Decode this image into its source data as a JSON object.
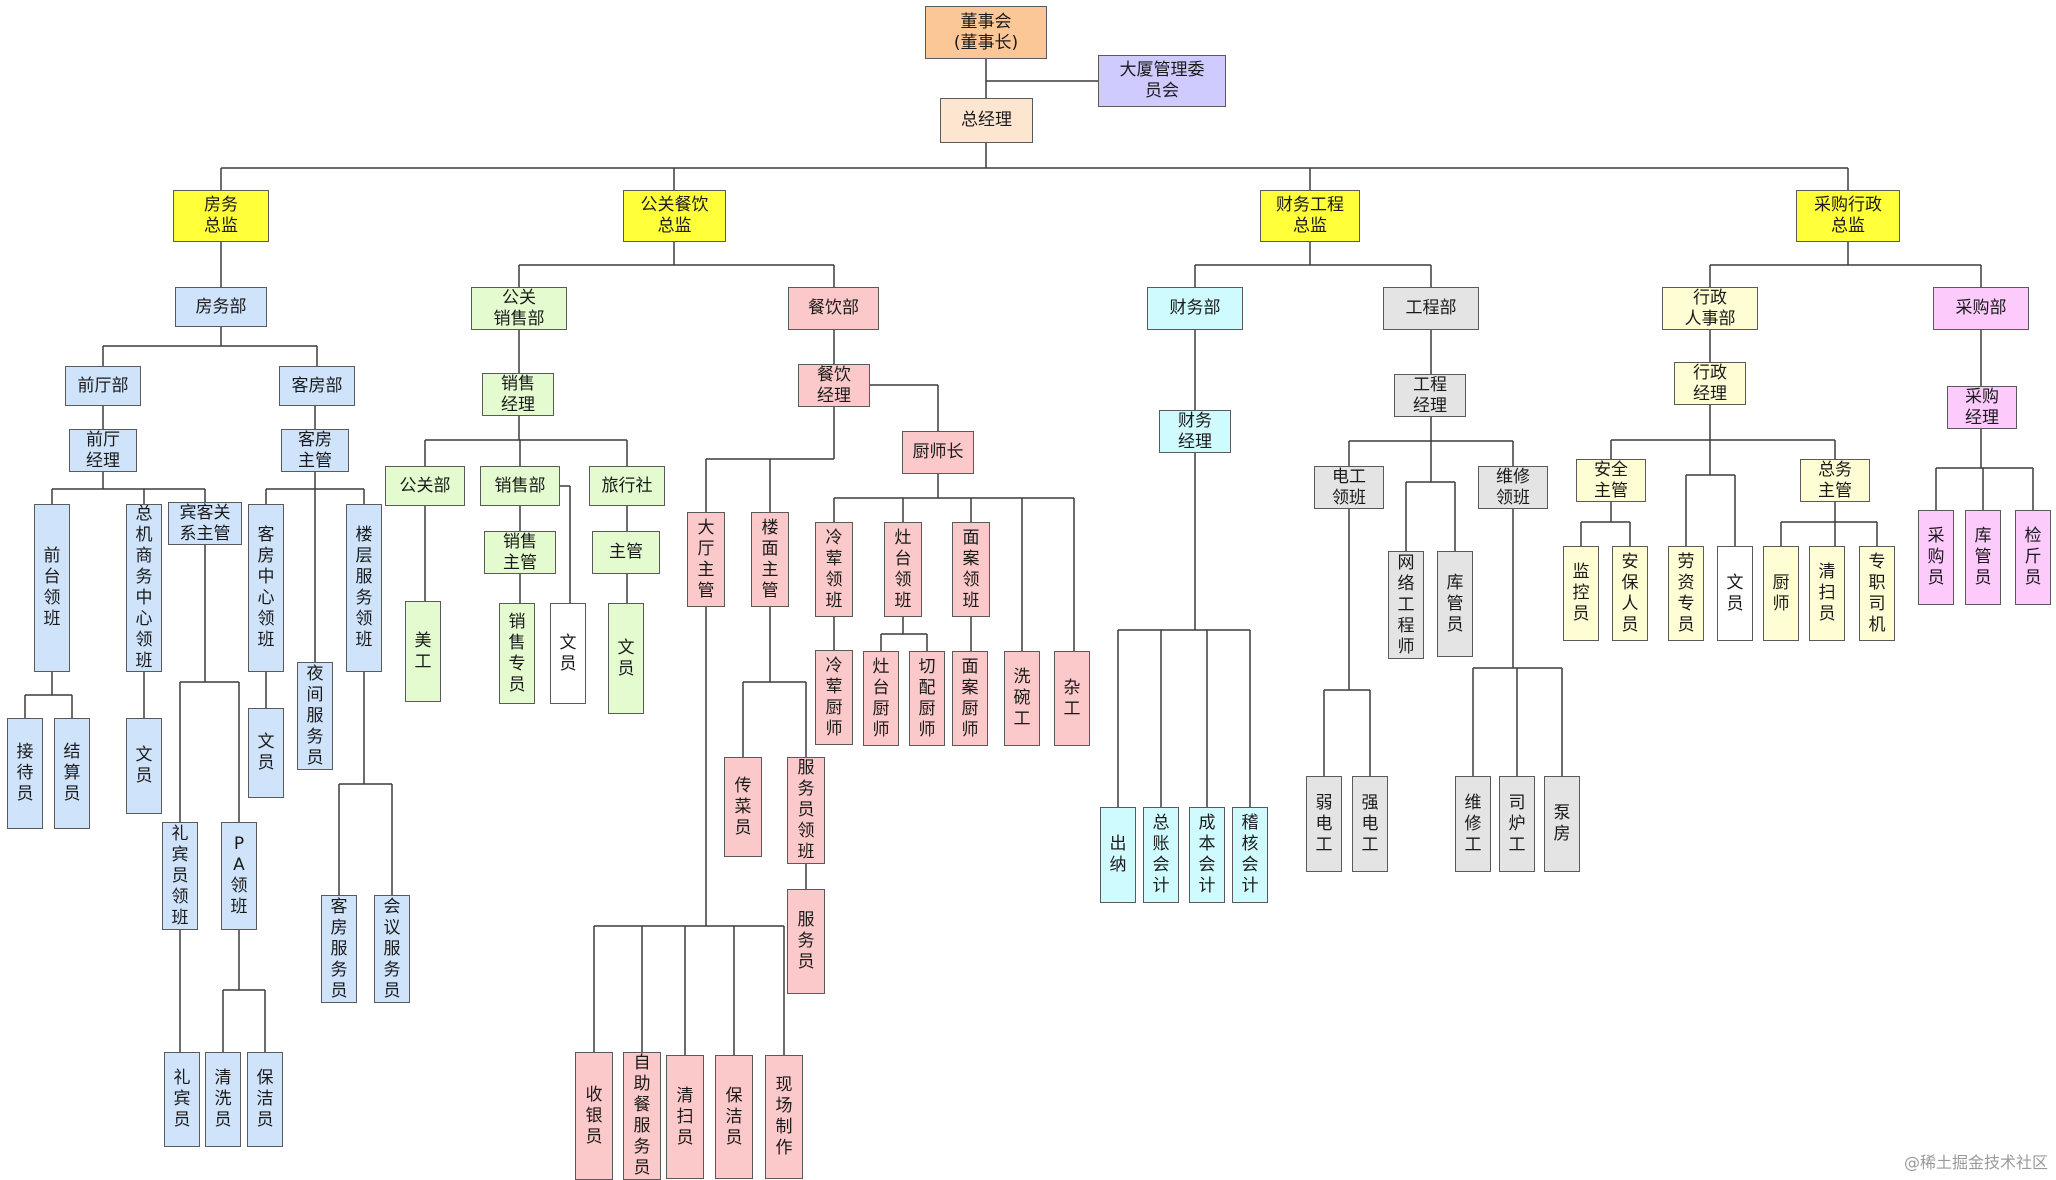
{
  "colors": {
    "orange": "#fcc797",
    "lavender": "#cfcbff",
    "peach": "#fde6cf",
    "yellow": "#ffff3a",
    "blue": "#cfe3fb",
    "green": "#e4fbd0",
    "pink": "#fbc9c9",
    "cyan": "#cffbff",
    "gray": "#e4e4e4",
    "cream": "#fffdd3",
    "magenta": "#fccbfc",
    "white": "#ffffff",
    "line": "#3c3c3c"
  },
  "nodes": [
    {
      "id": "board",
      "label": "董事会\n(董事长)",
      "color": "orange"
    },
    {
      "id": "committee",
      "label": "大厦管理委\n员会",
      "color": "lavender"
    },
    {
      "id": "gm",
      "label": "总经理",
      "color": "peach"
    },
    {
      "id": "fw_dir",
      "label": "房务\n总监",
      "color": "yellow"
    },
    {
      "id": "gg_dir",
      "label": "公关餐饮\n总监",
      "color": "yellow"
    },
    {
      "id": "cw_dir",
      "label": "财务工程\n总监",
      "color": "yellow"
    },
    {
      "id": "cg_dir",
      "label": "采购行政\n总监",
      "color": "yellow"
    },
    {
      "id": "fwb",
      "label": "房务部",
      "color": "blue"
    },
    {
      "id": "qtb",
      "label": "前厅部",
      "color": "blue"
    },
    {
      "id": "kfb",
      "label": "客房部",
      "color": "blue"
    },
    {
      "id": "qt_mgr",
      "label": "前厅\n经理",
      "color": "blue"
    },
    {
      "id": "kf_sup",
      "label": "客房\n主管",
      "color": "blue"
    },
    {
      "id": "qtlb",
      "label": "前台领班",
      "color": "blue"
    },
    {
      "id": "zjsw",
      "label": "总机商务中心领班",
      "color": "blue"
    },
    {
      "id": "bkgx",
      "label": "宾客关\n系主管",
      "color": "blue"
    },
    {
      "id": "kfzx",
      "label": "客房中心领班",
      "color": "blue"
    },
    {
      "id": "lcfw",
      "label": "楼层服务领班",
      "color": "blue"
    },
    {
      "id": "jdy",
      "label": "接待员",
      "color": "blue"
    },
    {
      "id": "jsy",
      "label": "结算员",
      "color": "blue"
    },
    {
      "id": "wy_zj",
      "label": "文员",
      "color": "blue"
    },
    {
      "id": "lby_lb",
      "label": "礼宾员领班",
      "color": "blue"
    },
    {
      "id": "pa_lb",
      "label": "PA领班",
      "color": "blue"
    },
    {
      "id": "wy_kf",
      "label": "文员",
      "color": "blue"
    },
    {
      "id": "yjfw",
      "label": "夜间服务员",
      "color": "blue"
    },
    {
      "id": "kffwy",
      "label": "客房服务员",
      "color": "blue"
    },
    {
      "id": "hyfwy",
      "label": "会议服务员",
      "color": "blue"
    },
    {
      "id": "lby",
      "label": "礼宾员",
      "color": "blue"
    },
    {
      "id": "qxy",
      "label": "清洗员",
      "color": "blue"
    },
    {
      "id": "bjy_pa",
      "label": "保洁员",
      "color": "blue"
    },
    {
      "id": "ggxs",
      "label": "公关\n销售部",
      "color": "green"
    },
    {
      "id": "xs_mgr",
      "label": "销售\n经理",
      "color": "green"
    },
    {
      "id": "ggb",
      "label": "公关部",
      "color": "green"
    },
    {
      "id": "xsb",
      "label": "销售部",
      "color": "green"
    },
    {
      "id": "lxs",
      "label": "旅行社",
      "color": "green"
    },
    {
      "id": "mg",
      "label": "美工",
      "color": "green"
    },
    {
      "id": "xs_sup",
      "label": "销售\n主管",
      "color": "green"
    },
    {
      "id": "lx_sup",
      "label": "主管",
      "color": "green"
    },
    {
      "id": "xszy",
      "label": "销售专员",
      "color": "green"
    },
    {
      "id": "wy_xs",
      "label": "文员",
      "color": "white"
    },
    {
      "id": "wy_lx",
      "label": "文员",
      "color": "green"
    },
    {
      "id": "cyb",
      "label": "餐饮部",
      "color": "pink"
    },
    {
      "id": "cy_mgr",
      "label": "餐饮\n经理",
      "color": "pink"
    },
    {
      "id": "csz",
      "label": "厨师长",
      "color": "pink"
    },
    {
      "id": "dtzg",
      "label": "大厅主管",
      "color": "pink"
    },
    {
      "id": "lmzg",
      "label": "楼面主管",
      "color": "pink"
    },
    {
      "id": "lhlb",
      "label": "冷荤领班",
      "color": "pink"
    },
    {
      "id": "ztlb",
      "label": "灶台领班",
      "color": "pink"
    },
    {
      "id": "malb",
      "label": "面案领班",
      "color": "pink"
    },
    {
      "id": "xwg",
      "label": "洗碗工",
      "color": "pink"
    },
    {
      "id": "zg",
      "label": "杂工",
      "color": "pink"
    },
    {
      "id": "lhcs",
      "label": "冷荤厨师",
      "color": "pink"
    },
    {
      "id": "ztcs",
      "label": "灶台厨师",
      "color": "pink"
    },
    {
      "id": "qpcs",
      "label": "切配厨师",
      "color": "pink"
    },
    {
      "id": "macs",
      "label": "面案厨师",
      "color": "pink"
    },
    {
      "id": "ccy",
      "label": "传菜员",
      "color": "pink"
    },
    {
      "id": "fwylb",
      "label": "服务员领班",
      "color": "pink"
    },
    {
      "id": "fwy",
      "label": "服务员",
      "color": "pink"
    },
    {
      "id": "syy",
      "label": "收银员",
      "color": "pink"
    },
    {
      "id": "zzcfwy",
      "label": "自助餐服务员",
      "color": "pink"
    },
    {
      "id": "qsy",
      "label": "清扫员",
      "color": "pink"
    },
    {
      "id": "bjy_cy",
      "label": "保洁员",
      "color": "pink"
    },
    {
      "id": "xczz",
      "label": "现场制作",
      "color": "pink"
    },
    {
      "id": "cwb",
      "label": "财务部",
      "color": "cyan"
    },
    {
      "id": "cw_mgr",
      "label": "财务\n经理",
      "color": "cyan"
    },
    {
      "id": "cn",
      "label": "出纳",
      "color": "cyan"
    },
    {
      "id": "zzkj",
      "label": "总账会计",
      "color": "cyan"
    },
    {
      "id": "cbkj",
      "label": "成本会计",
      "color": "cyan"
    },
    {
      "id": "jhkj",
      "label": "稽核会计",
      "color": "cyan"
    },
    {
      "id": "gcb",
      "label": "工程部",
      "color": "gray"
    },
    {
      "id": "gc_mgr",
      "label": "工程\n经理",
      "color": "gray"
    },
    {
      "id": "dglb",
      "label": "电工\n领班",
      "color": "gray"
    },
    {
      "id": "wlgcs",
      "label": "网络工程师",
      "color": "gray"
    },
    {
      "id": "kgy_gc",
      "label": "库管员",
      "color": "gray"
    },
    {
      "id": "wxlb",
      "label": "维修\n领班",
      "color": "gray"
    },
    {
      "id": "rdg",
      "label": "弱电工",
      "color": "gray"
    },
    {
      "id": "qdg",
      "label": "强电工",
      "color": "gray"
    },
    {
      "id": "wxg",
      "label": "维修工",
      "color": "gray"
    },
    {
      "id": "slg",
      "label": "司炉工",
      "color": "gray"
    },
    {
      "id": "bf",
      "label": "泵房",
      "color": "gray"
    },
    {
      "id": "xzrsb",
      "label": "行政\n人事部",
      "color": "cream"
    },
    {
      "id": "xz_mgr",
      "label": "行政\n经理",
      "color": "cream"
    },
    {
      "id": "aq_sup",
      "label": "安全\n主管",
      "color": "cream"
    },
    {
      "id": "zw_sup",
      "label": "总务\n主管",
      "color": "cream"
    },
    {
      "id": "jky",
      "label": "监控员",
      "color": "cream"
    },
    {
      "id": "abry",
      "label": "安保人员",
      "color": "cream"
    },
    {
      "id": "lzzy",
      "label": "劳资专员",
      "color": "cream"
    },
    {
      "id": "wy_xz",
      "label": "文员",
      "color": "white"
    },
    {
      "id": "cs",
      "label": "厨师",
      "color": "cream"
    },
    {
      "id": "qsy_zw",
      "label": "清扫员",
      "color": "cream"
    },
    {
      "id": "zzsj",
      "label": "专职司机",
      "color": "cream"
    },
    {
      "id": "cgb",
      "label": "采购部",
      "color": "magenta"
    },
    {
      "id": "cg_mgr",
      "label": "采购\n经理",
      "color": "magenta"
    },
    {
      "id": "cgy",
      "label": "采购员",
      "color": "magenta"
    },
    {
      "id": "kgy_cg",
      "label": "库管员",
      "color": "magenta"
    },
    {
      "id": "jty",
      "label": "检斤员",
      "color": "magenta"
    }
  ],
  "watermark": "@稀土掘金技术社区"
}
